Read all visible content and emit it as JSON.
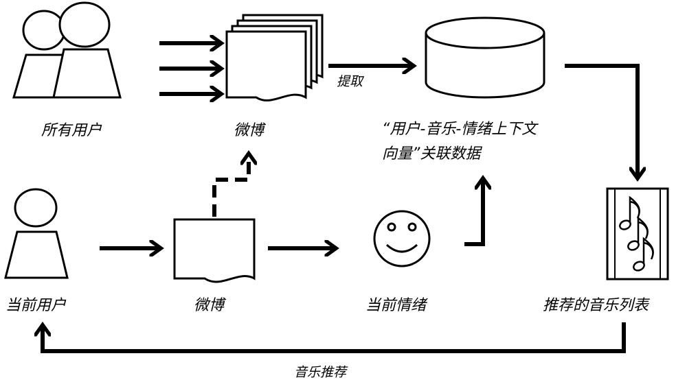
{
  "labels": {
    "all_users": "所有用户",
    "weibo_top": "微博",
    "extract": "提取",
    "association_line1": "“用户-音乐-情绪上下文",
    "association_line2": "向量”关联数据",
    "current_user": "当前用户",
    "weibo_bottom": "微博",
    "current_emotion": "当前情绪",
    "recommended_list": "推荐的音乐列表",
    "music_recommendation": "音乐推荐"
  },
  "colors": {
    "stroke": "#000000",
    "fill": "#ffffff"
  },
  "icons": {
    "users": "person-icon",
    "documents": "document-icon",
    "database": "database-icon",
    "emotion": "smiley-icon",
    "music_list": "music-note-icon"
  }
}
